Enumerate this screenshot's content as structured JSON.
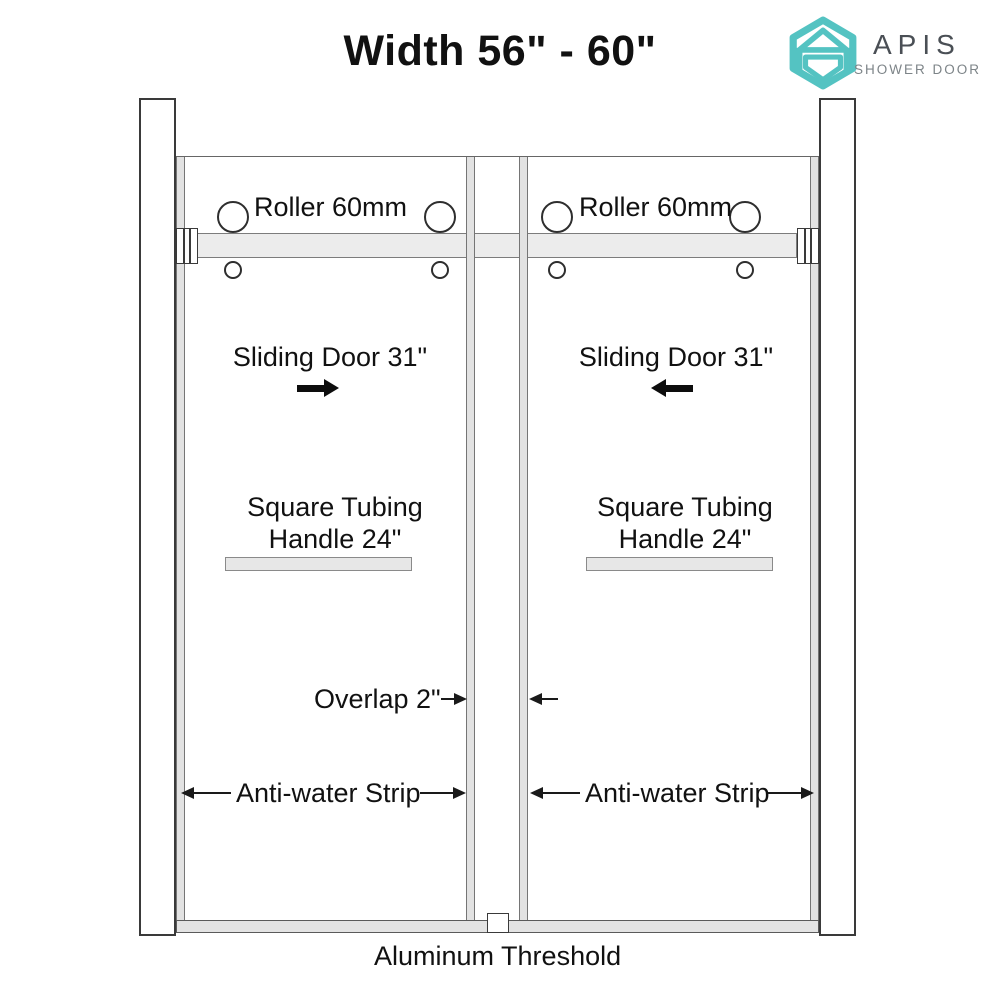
{
  "title": "Width 56\" - 60\"",
  "logo": {
    "brand": "APIS",
    "tagline": "SHOWER DOOR",
    "icon": "hexagon-a-home-icon",
    "accent_color": "#54c3c2",
    "brand_color": "#4a4f55",
    "tagline_color": "#7d8488"
  },
  "diagram": {
    "labels": {
      "roller_left": "Roller 60mm",
      "roller_right": "Roller 60mm",
      "sliding_left": "Sliding Door 31\"",
      "sliding_right": "Sliding Door 31\"",
      "handle_left_line1": "Square Tubing",
      "handle_left_line2": "Handle 24\"",
      "handle_right_line1": "Square Tubing",
      "handle_right_line2": "Handle 24\"",
      "overlap": "Overlap 2\"",
      "anti_water_left": "Anti-water Strip",
      "anti_water_right": "Anti-water Strip",
      "threshold": "Aluminum Threshold"
    },
    "parts": {
      "wall_color": "#ffffff",
      "glass_strip_color": "#e2e2e2",
      "rail_color": "#ececec",
      "line_color": "#3a3a3a"
    }
  }
}
